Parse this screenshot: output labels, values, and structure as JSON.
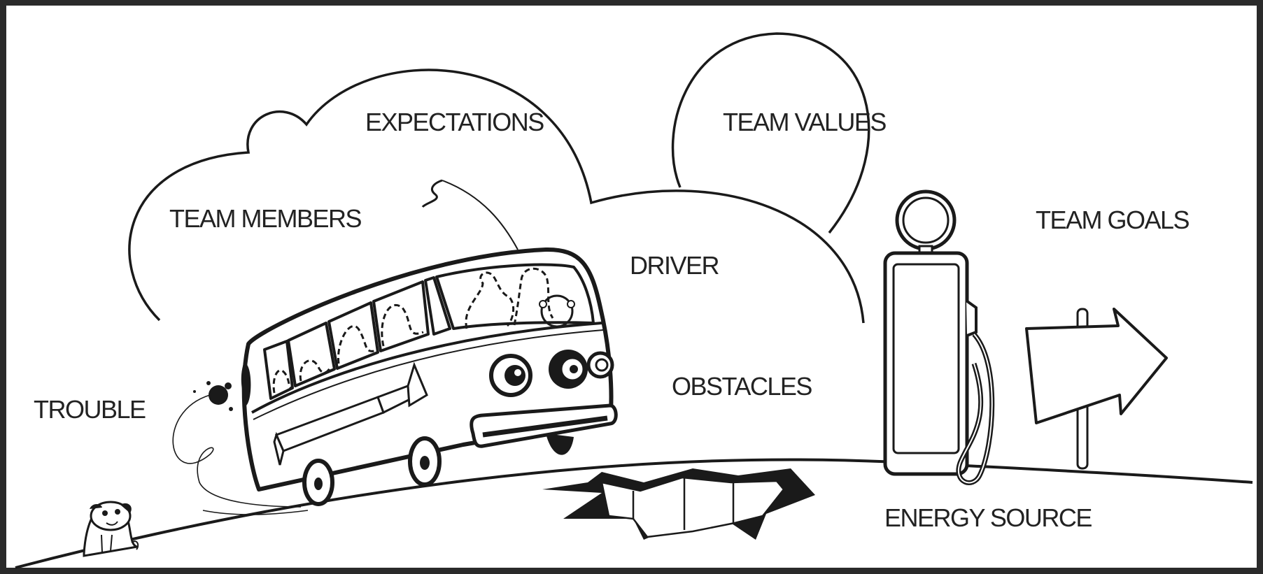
{
  "labels": {
    "expectations": "EXPECTATIONS",
    "team_values": "TEAM VALUES",
    "team_members": "TEAM MEMBERS",
    "team_goals": "TEAM GOALS",
    "driver": "DRIVER",
    "obstacles": "OBSTACLES",
    "trouble": "TROUBLE",
    "energy_source": "ENERGY SOURCE"
  },
  "colors": {
    "line": "#1a1a1a",
    "background": "#ffffff"
  }
}
